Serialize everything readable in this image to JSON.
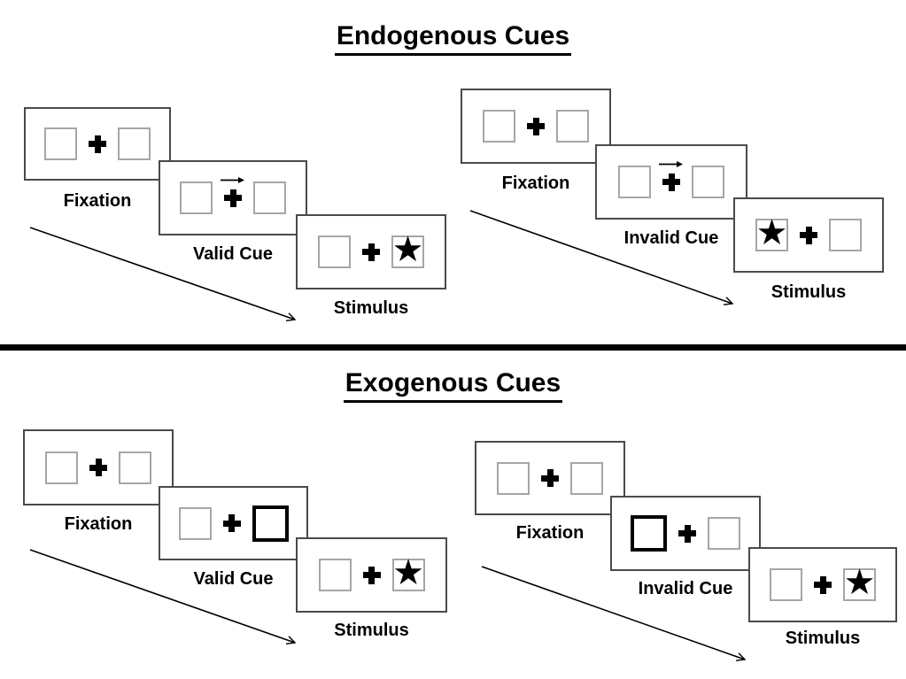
{
  "colors": {
    "background": "#ffffff",
    "ink": "#000000",
    "panel_border": "#4a4a4a",
    "square_border": "#a6a6a6"
  },
  "icons": {
    "star": "★"
  },
  "sections": [
    {
      "title": "Endogenous Cues",
      "groups": [
        {
          "name": "valid-trial",
          "panels": [
            {
              "label": "Fixation"
            },
            {
              "label": "Valid Cue"
            },
            {
              "label": "Stimulus"
            }
          ]
        },
        {
          "name": "invalid-trial",
          "panels": [
            {
              "label": "Fixation"
            },
            {
              "label": "Invalid Cue"
            },
            {
              "label": "Stimulus"
            }
          ]
        }
      ]
    },
    {
      "title": "Exogenous Cues",
      "groups": [
        {
          "name": "valid-trial",
          "panels": [
            {
              "label": "Fixation"
            },
            {
              "label": "Valid Cue"
            },
            {
              "label": "Stimulus"
            }
          ]
        },
        {
          "name": "invalid-trial",
          "panels": [
            {
              "label": "Fixation"
            },
            {
              "label": "Invalid Cue"
            },
            {
              "label": "Stimulus"
            }
          ]
        }
      ]
    }
  ]
}
